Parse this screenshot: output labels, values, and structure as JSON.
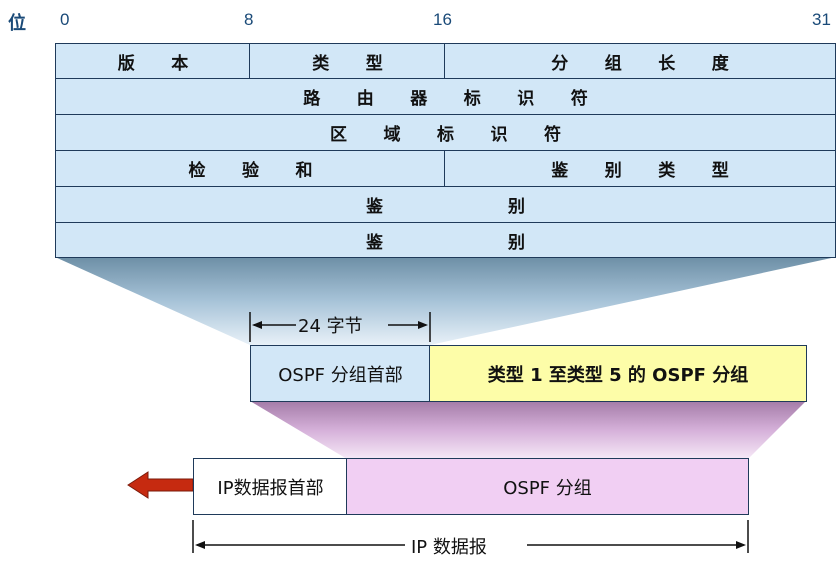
{
  "bit_axis": {
    "label": "位",
    "ticks": [
      "0",
      "8",
      "16",
      "31"
    ]
  },
  "header_fields": {
    "version": "版 本",
    "type": "类 型",
    "packet_length": "分 组 长 度",
    "router_id": "路 由 器 标 识 符",
    "area_id": "区 域 标 识 符",
    "checksum": "检 验 和",
    "auth_type": "鉴 别 类 型",
    "auth1": "鉴 别",
    "auth2": "鉴 别"
  },
  "ospf_packet": {
    "width_label": "24 字节",
    "header_label": "OSPF 分组首部",
    "body_label": "类型 1 至类型 5 的 OSPF 分组"
  },
  "ip_datagram": {
    "header_label": "IP数据报首部",
    "body_label": "OSPF 分组",
    "span_label": "IP 数据报"
  },
  "colors": {
    "field_fill": "#d2e7f7",
    "border": "#1f3a5a",
    "ospf_body": "#fdfda8",
    "ip_body": "#f1cff3",
    "arrow": "#c62a10"
  }
}
